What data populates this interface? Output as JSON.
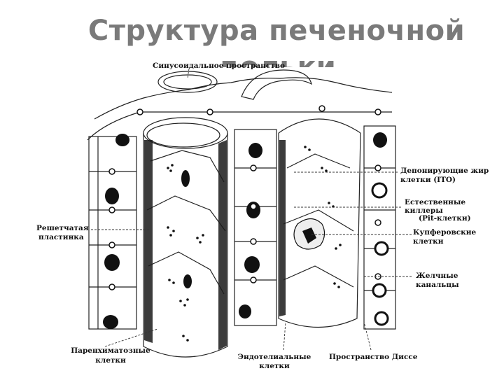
{
  "slide": {
    "title_line1": "Структура печеночной",
    "title_line2": "дольки"
  },
  "labels": {
    "sinusoid_space": "Синусоидальное пространство",
    "ito_line1": "Депонирующие жир",
    "ito_line2": "клетки (ITO)",
    "nk_line1": "Естественные",
    "nk_line2": "киллеры",
    "nk_line3": "(Pit-клетки)",
    "kupffer_line1": "Купферовские",
    "kupffer_line2": "клетки",
    "bile_line1": "Желчные",
    "bile_line2": "канальцы",
    "disse": "Пространство Диссе",
    "endothelial_line1": "Эндотелиальные",
    "endothelial_line2": "клетки",
    "parenchymal_line1": "Паренхиматозные",
    "parenchymal_line2": "клетки",
    "lamina_line1": "Решетчатая",
    "lamina_line2": "пластинка"
  }
}
